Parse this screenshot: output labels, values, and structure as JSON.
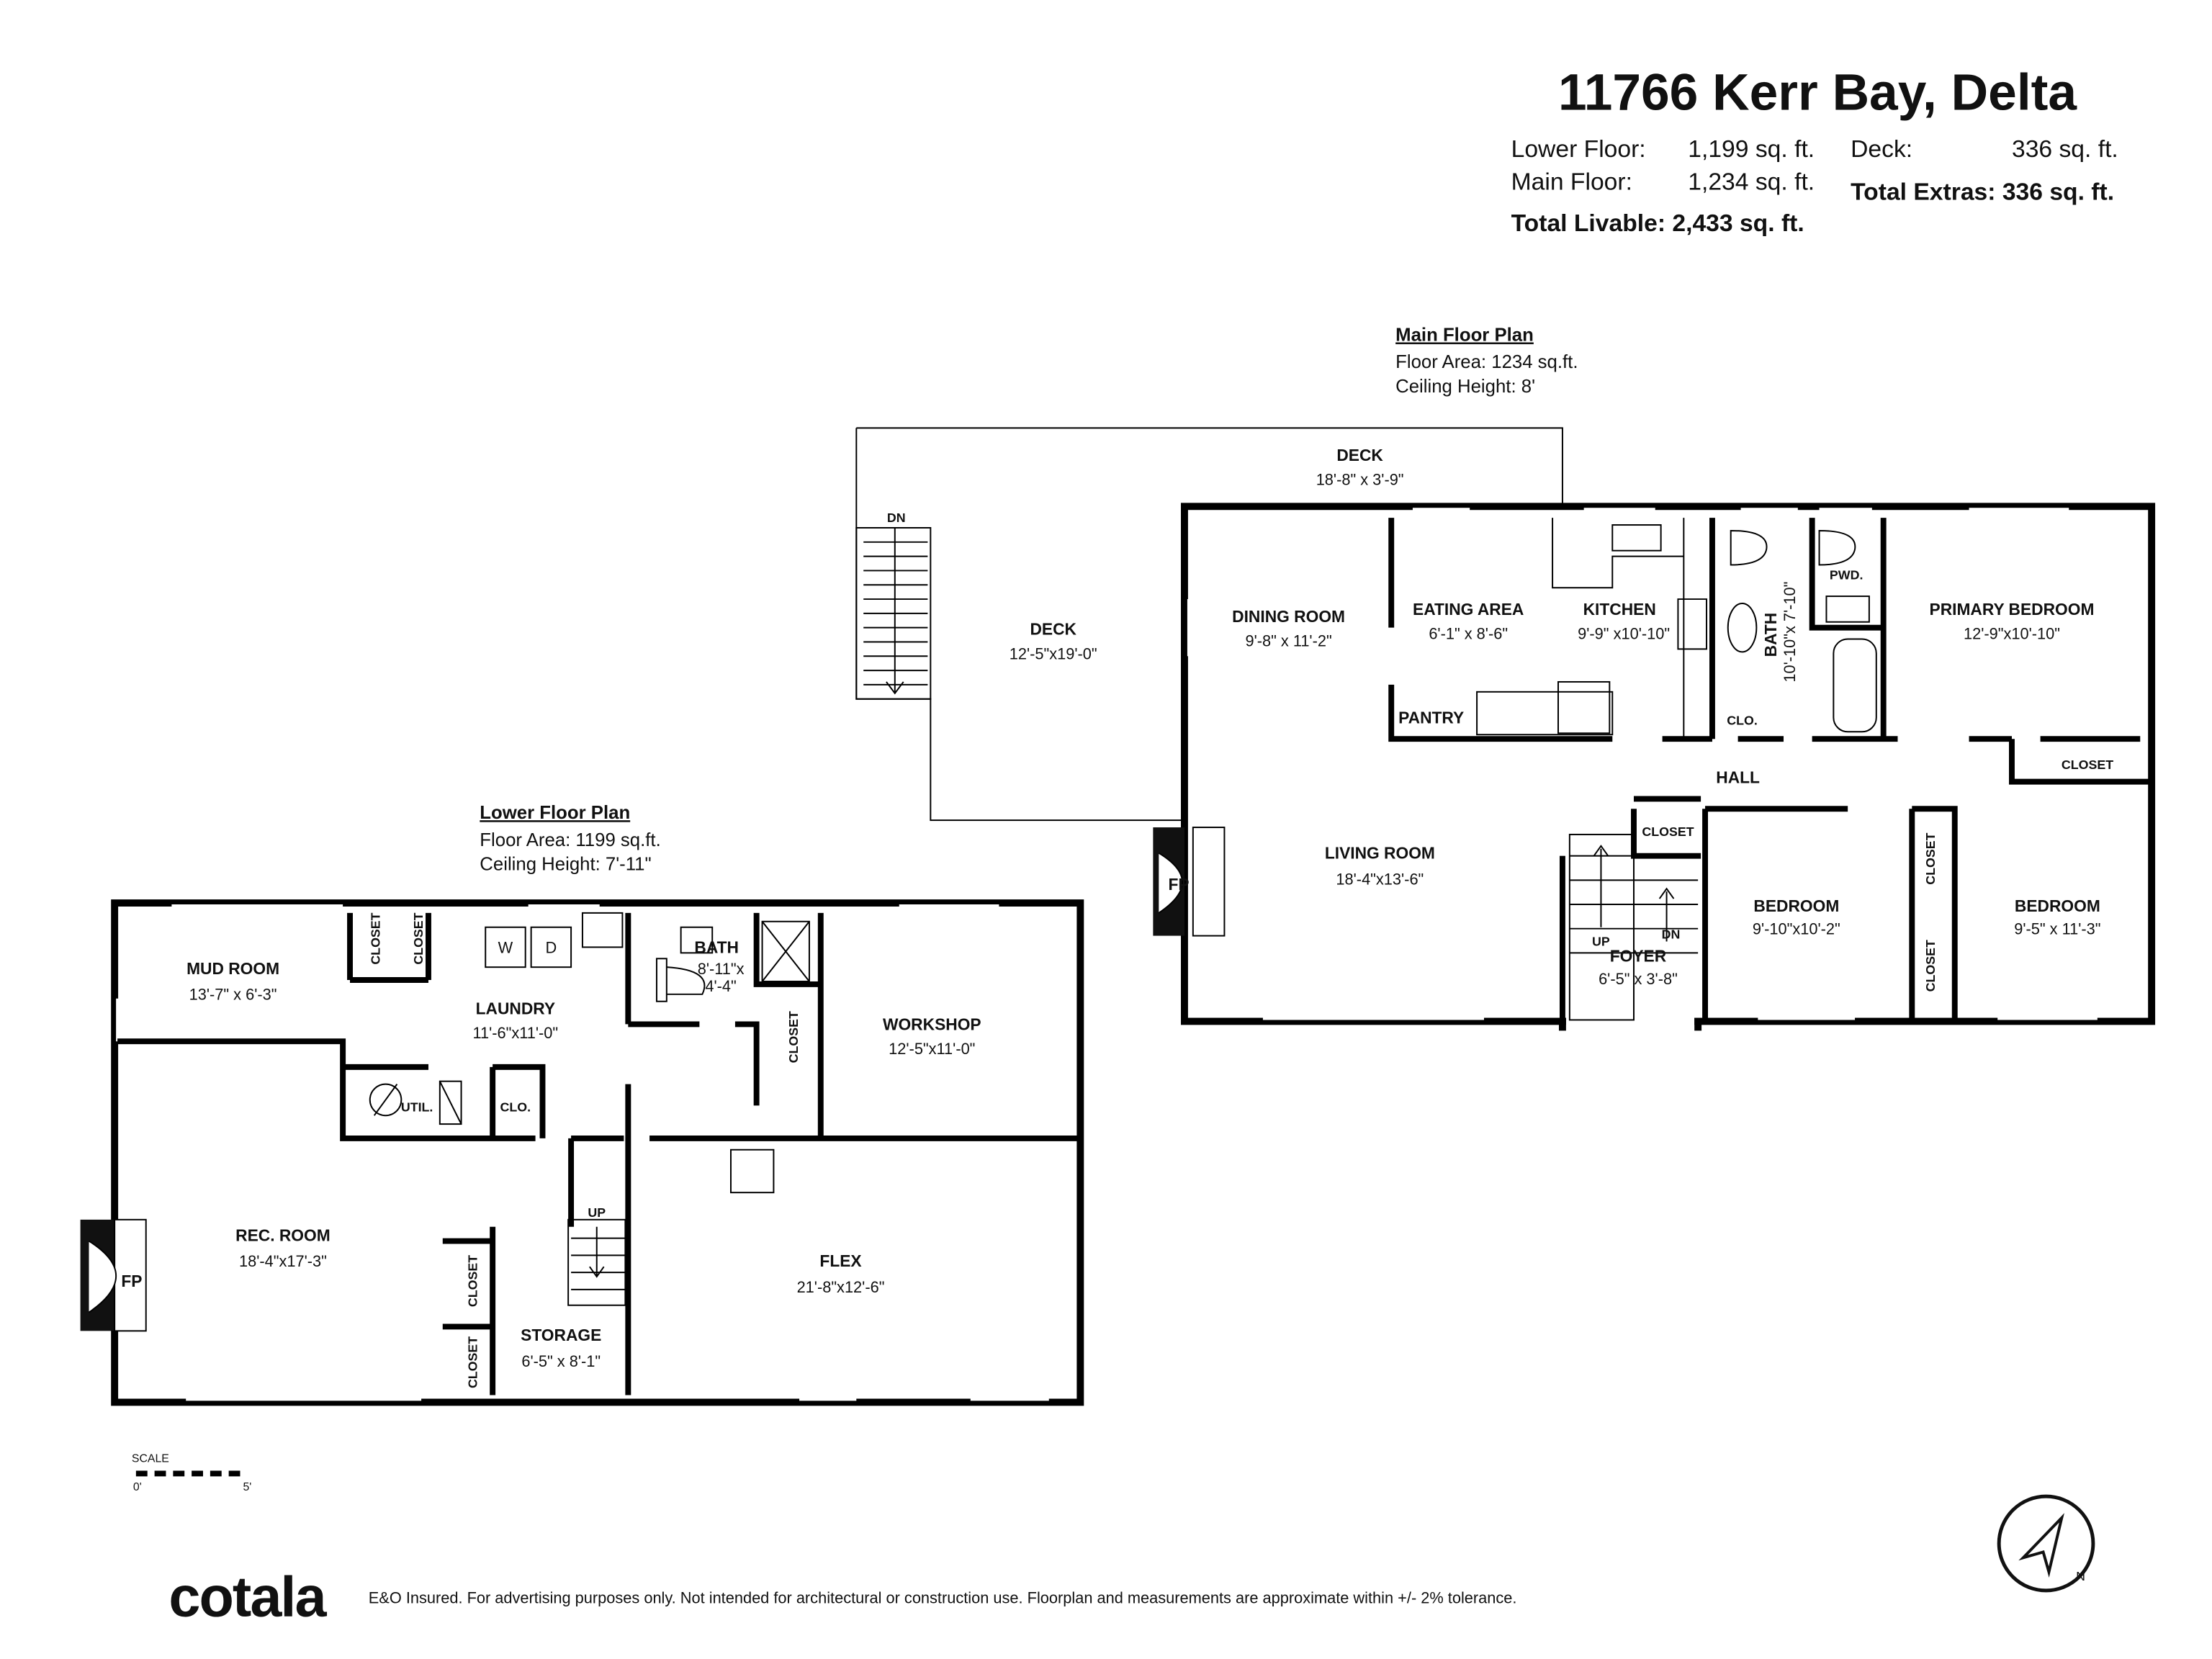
{
  "header": {
    "title": "11766 Kerr Bay, Delta",
    "lower_floor_label": "Lower Floor:",
    "lower_floor_value": "1,199 sq. ft.",
    "main_floor_label": "Main Floor:",
    "main_floor_value": "1,234 sq. ft.",
    "total_livable": "Total Livable: 2,433 sq. ft.",
    "deck_label": "Deck:",
    "deck_value": "336 sq. ft.",
    "total_extras": "Total Extras: 336 sq. ft."
  },
  "main_plan": {
    "title": "Main Floor Plan",
    "floor_area": "Floor Area: 1234 sq.ft.",
    "ceiling": "Ceiling Height: 8'",
    "rooms": {
      "deck_top": {
        "name": "DECK",
        "dims": "18'-8\" x 3'-9\""
      },
      "deck_left": {
        "name": "DECK",
        "dims": "12'-5\"x19'-0\""
      },
      "dining": {
        "name": "DINING ROOM",
        "dims": "9'-8\" x 11'-2\""
      },
      "eating": {
        "name": "EATING AREA",
        "dims": "6'-1\" x 8'-6\""
      },
      "kitchen": {
        "name": "KITCHEN",
        "dims": "9'-9\" x10'-10\""
      },
      "bath": {
        "name": "BATH",
        "dims": "10'-10\"x 7'-10\""
      },
      "pwd": {
        "name": "PWD."
      },
      "primary": {
        "name": "PRIMARY BEDROOM",
        "dims": "12'-9\"x10'-10\""
      },
      "pantry": {
        "name": "PANTRY"
      },
      "clo": {
        "name": "CLO."
      },
      "closet_primary": {
        "name": "CLOSET"
      },
      "hall": {
        "name": "HALL"
      },
      "living": {
        "name": "LIVING ROOM",
        "dims": "18'-4\"x13'-6\""
      },
      "closet_foyer": {
        "name": "CLOSET"
      },
      "bedroom1": {
        "name": "BEDROOM",
        "dims": "9'-10\"x10'-2\""
      },
      "bedroom2": {
        "name": "BEDROOM",
        "dims": "9'-5\" x 11'-3\""
      },
      "closet_b1": {
        "name": "CLOSET"
      },
      "closet_b2": {
        "name": "CLOSET"
      },
      "foyer": {
        "name": "FOYER",
        "dims": "6'-5\" x 3'-8\""
      },
      "fp": {
        "name": "FP"
      },
      "up": "UP",
      "dn": "DN",
      "deck_dn": "DN"
    }
  },
  "lower_plan": {
    "title": "Lower Floor Plan",
    "floor_area": "Floor Area: 1199 sq.ft.",
    "ceiling": "Ceiling Height: 7'-11\"",
    "rooms": {
      "mud": {
        "name": "MUD ROOM",
        "dims": "13'-7\" x 6'-3\""
      },
      "closet1": {
        "name": "CLOSET"
      },
      "closet2": {
        "name": "CLOSET"
      },
      "washer": "W",
      "dryer": "D",
      "laundry": {
        "name": "LAUNDRY",
        "dims": "11'-6\"x11'-0\""
      },
      "bath": {
        "name": "BATH",
        "dims1": "8'-11\"x",
        "dims2": "4'-4\""
      },
      "closet_ws": {
        "name": "CLOSET"
      },
      "workshop": {
        "name": "WORKSHOP",
        "dims": "12'-5\"x11'-0\""
      },
      "util": {
        "name": "UTIL."
      },
      "clo": {
        "name": "CLO."
      },
      "rec": {
        "name": "REC. ROOM",
        "dims": "18'-4\"x17'-3\""
      },
      "closet3": {
        "name": "CLOSET"
      },
      "closet4": {
        "name": "CLOSET"
      },
      "storage": {
        "name": "STORAGE",
        "dims": "6'-5\" x 8'-1\""
      },
      "flex": {
        "name": "FLEX",
        "dims": "21'-8\"x12'-6\""
      },
      "fp": {
        "name": "FP"
      },
      "up": "UP"
    }
  },
  "scale": {
    "label": "SCALE",
    "start": "0'",
    "end": "5'"
  },
  "compass": {
    "label": "N"
  },
  "footer": {
    "brand": "cotala",
    "disclaimer": "E&O Insured. For advertising purposes only. Not intended for architectural or construction use. Floorplan and measurements are approximate within +/- 2% tolerance."
  }
}
